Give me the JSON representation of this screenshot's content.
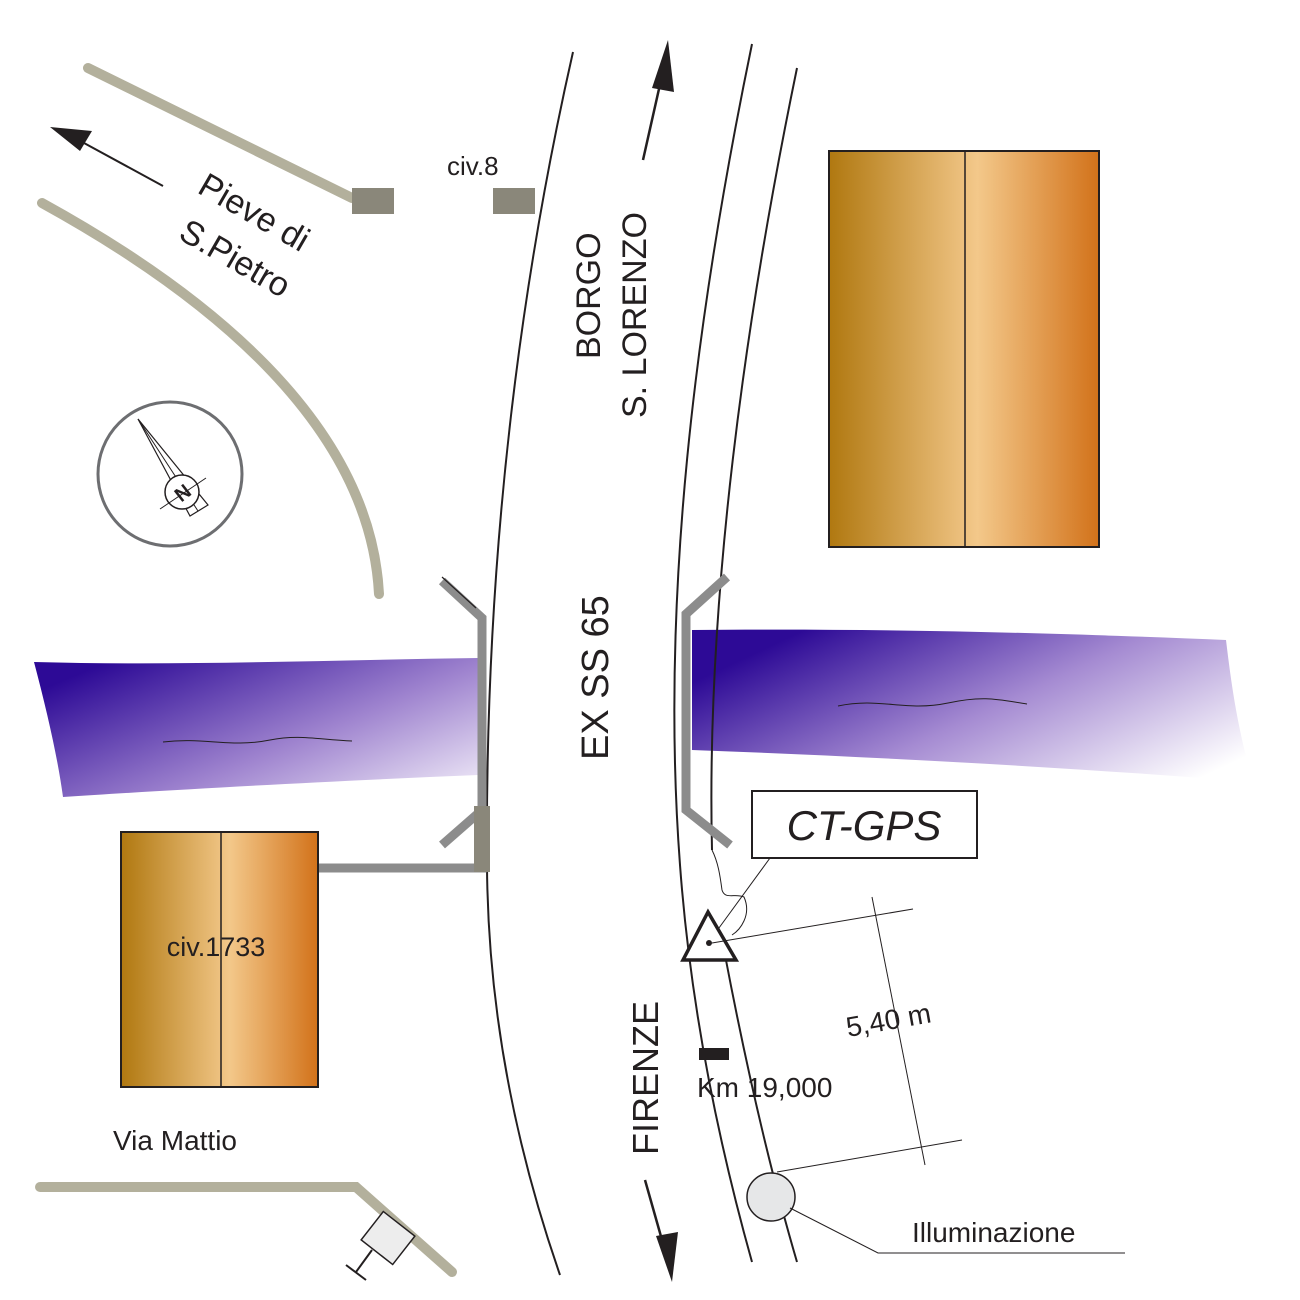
{
  "labels": {
    "road_name": "EX SS 65",
    "direction_north": "BORGO\nS. LORENZO",
    "direction_north_line1": "BORGO",
    "direction_north_line2": "S. LORENZO",
    "direction_south": "FIRENZE",
    "side_road_nw_line1": "Pieve di",
    "side_road_nw_line2": "S.Pietro",
    "civic_8": "civ.8",
    "civic_1733": "civ.1733",
    "via_mattio": "Via Mattio",
    "station": "CT-GPS",
    "distance": "5,40 m",
    "kilometer": "Km 19,000",
    "lighting": "Illuminazione",
    "compass_letter": "N"
  },
  "colors": {
    "building_dark": "#b07810",
    "building_light": "#f3c88a",
    "building_edge": "#d2721a",
    "river_dark": "#2d0a96",
    "river_light": "#f4f0fa",
    "side_road": "#b3b09c",
    "bridge_rail": "#8c8c8c",
    "marker": "#8a877a"
  },
  "icons": [
    "compass-icon",
    "gps-station-triangle-icon",
    "street-light-icon",
    "hydrant-icon",
    "north-arrow-icon",
    "south-arrow-icon"
  ]
}
